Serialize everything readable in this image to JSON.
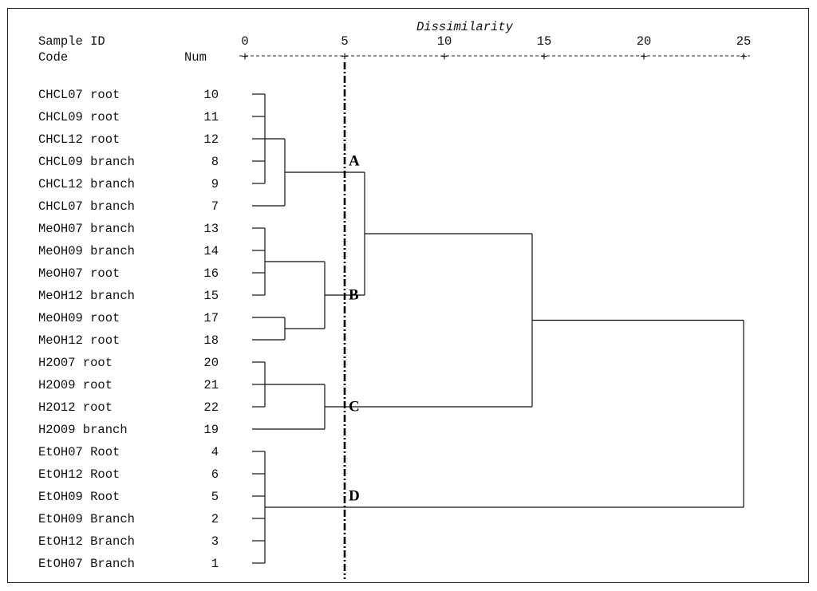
{
  "header": {
    "axis_title": "Dissimilarity",
    "col_sample_id": "Sample ID",
    "col_code": "Code",
    "col_num": "Num"
  },
  "chart_data": {
    "type": "dendrogram",
    "xlabel": "Dissimilarity",
    "xlim": [
      0,
      25
    ],
    "ticks": [
      0,
      5,
      10,
      15,
      20,
      25
    ],
    "tick_labels": [
      "0",
      "5",
      "10",
      "15",
      "20",
      "25"
    ],
    "cut_value": 5,
    "leaves": [
      {
        "code": "CHCL07 root",
        "num": "10"
      },
      {
        "code": "CHCL09 root",
        "num": "11"
      },
      {
        "code": "CHCL12 root",
        "num": "12"
      },
      {
        "code": "CHCL09 branch",
        "num": "8"
      },
      {
        "code": "CHCL12 branch",
        "num": "9"
      },
      {
        "code": "CHCL07 branch",
        "num": "7"
      },
      {
        "code": "MeOH07 branch",
        "num": "13"
      },
      {
        "code": "MeOH09 branch",
        "num": "14"
      },
      {
        "code": "MeOH07 root",
        "num": "16"
      },
      {
        "code": "MeOH12 branch",
        "num": "15"
      },
      {
        "code": "MeOH09 root",
        "num": "17"
      },
      {
        "code": "MeOH12 root",
        "num": "18"
      },
      {
        "code": "H2O07 root",
        "num": "20"
      },
      {
        "code": "H2O09 root",
        "num": "21"
      },
      {
        "code": "H2O12 root",
        "num": "22"
      },
      {
        "code": "H2O09 branch",
        "num": "19"
      },
      {
        "code": "EtOH07 Root",
        "num": "4"
      },
      {
        "code": "EtOH12 Root",
        "num": "6"
      },
      {
        "code": "EtOH09 Root",
        "num": "5"
      },
      {
        "code": "EtOH09 Branch",
        "num": "2"
      },
      {
        "code": "EtOH12 Branch",
        "num": "3"
      },
      {
        "code": "EtOH07 Branch",
        "num": "1"
      }
    ],
    "merges": [
      {
        "id": "m1",
        "children": [
          0,
          1,
          2,
          3,
          4
        ],
        "height": 1.0
      },
      {
        "id": "m2",
        "children": [
          "m1",
          5
        ],
        "height": 2.0
      },
      {
        "id": "m3",
        "children": [
          6,
          7,
          8,
          9
        ],
        "height": 1.0
      },
      {
        "id": "m4",
        "children": [
          10,
          11
        ],
        "height": 2.0
      },
      {
        "id": "m5",
        "children": [
          "m3",
          "m4"
        ],
        "height": 4.0
      },
      {
        "id": "m6",
        "children": [
          "m2",
          "m5"
        ],
        "height": 6.0
      },
      {
        "id": "m7",
        "children": [
          12,
          13,
          14
        ],
        "height": 1.0
      },
      {
        "id": "m8",
        "children": [
          "m7",
          15
        ],
        "height": 4.0
      },
      {
        "id": "m9",
        "children": [
          "m6",
          "m8"
        ],
        "height": 14.4
      },
      {
        "id": "m10",
        "children": [
          16,
          17,
          18,
          19,
          20,
          21
        ],
        "height": 1.0
      },
      {
        "id": "m11",
        "children": [
          "m9",
          "m10"
        ],
        "height": 25.0
      }
    ],
    "cluster_labels": [
      {
        "label": "A",
        "leaf_pos": 3.2
      },
      {
        "label": "B",
        "leaf_pos": 9.2
      },
      {
        "label": "C",
        "leaf_pos": 14.2
      },
      {
        "label": "D",
        "leaf_pos": 18.2
      }
    ]
  }
}
